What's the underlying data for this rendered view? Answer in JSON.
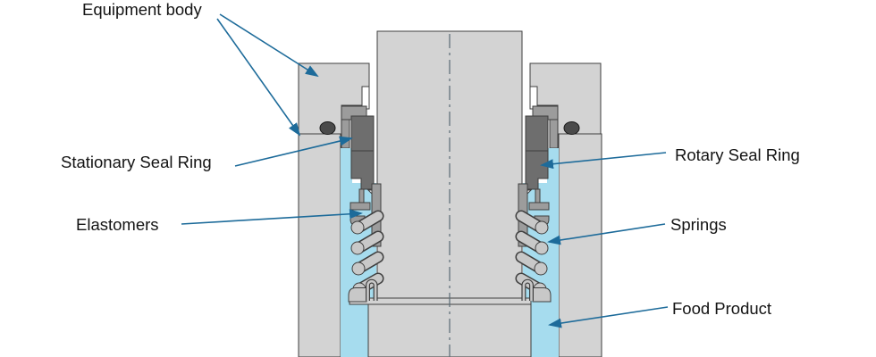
{
  "diagram": {
    "type": "technical-cross-section",
    "subject": "Mechanical seal assembly in food processing equipment",
    "labels": {
      "equipment_body": "Equipment body",
      "stationary_seal_ring": "Stationary Seal Ring",
      "elastomers": "Elastomers",
      "rotary_seal_ring": "Rotary Seal Ring",
      "springs": "Springs",
      "food_product": "Food Product"
    },
    "colors": {
      "arrow": "#1d6b9a",
      "equipment_body_fill": "#d3d3d3",
      "seal_ring_fill": "#6e6e6e",
      "gland_fill": "#9c9c9c",
      "spring_fill": "#c8c8c8",
      "food_product_fill": "#a6dcee",
      "o_ring_fill": "#4a4a4a",
      "outline": "#3f3f3f",
      "text": "#141414",
      "background": "#ffffff"
    }
  }
}
